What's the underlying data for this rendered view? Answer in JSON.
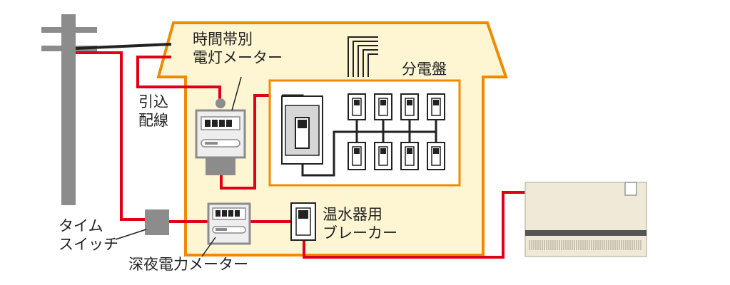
{
  "labels": {
    "time_meter_line1": "時間帯別",
    "time_meter_line2": "電灯メーター",
    "panel": "分電盤",
    "service_line1": "引込",
    "service_line2": "配線",
    "timer_switch_line1": "タイム",
    "timer_switch_line2": "スイッチ",
    "night_meter": "深夜電力メーター",
    "heater_breaker_line1": "温水器用",
    "heater_breaker_line2": "ブレーカー"
  },
  "colors": {
    "house_fill": "#fef6d3",
    "house_outline": "#f08a00",
    "pole": "#8c8c8c",
    "red_wire": "#e00016",
    "black_wire": "#222222",
    "heater": "#eeead7"
  }
}
